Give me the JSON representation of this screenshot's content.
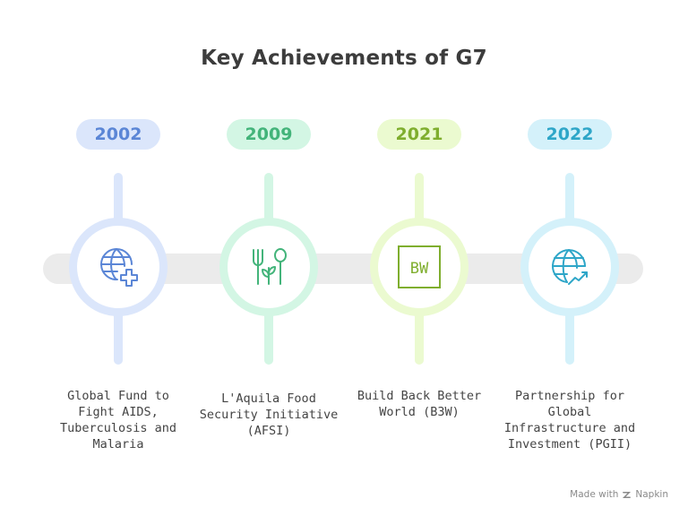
{
  "title": "Key Achievements of G7",
  "milestones": [
    {
      "year": "2002",
      "label_lines": [
        "Global Fund to",
        "Fight AIDS,",
        "Tuberculosis and",
        "Malaria"
      ],
      "icon": "globe-plus-icon",
      "color": "#5b86d6",
      "tint": "#dbe6fb"
    },
    {
      "year": "2009",
      "label_lines": [
        "L'Aquila Food",
        "Security Initiative",
        "(AFSI)"
      ],
      "icon": "food-utensils-icon",
      "color": "#43b47a",
      "tint": "#d3f6e4"
    },
    {
      "year": "2021",
      "label_lines": [
        "Build Back Better",
        "World (B3W)"
      ],
      "icon": "bw-letters-icon",
      "icon_text": "BW",
      "color": "#7fae2e",
      "tint": "#ebfad0"
    },
    {
      "year": "2022",
      "label_lines": [
        "Partnership for",
        "Global",
        "Infrastructure and",
        "Investment (PGII)"
      ],
      "icon": "globe-growth-icon",
      "color": "#2ea6c8",
      "tint": "#d4f1fa"
    }
  ],
  "footer": {
    "made_with": "Made with",
    "brand": "Napkin"
  }
}
